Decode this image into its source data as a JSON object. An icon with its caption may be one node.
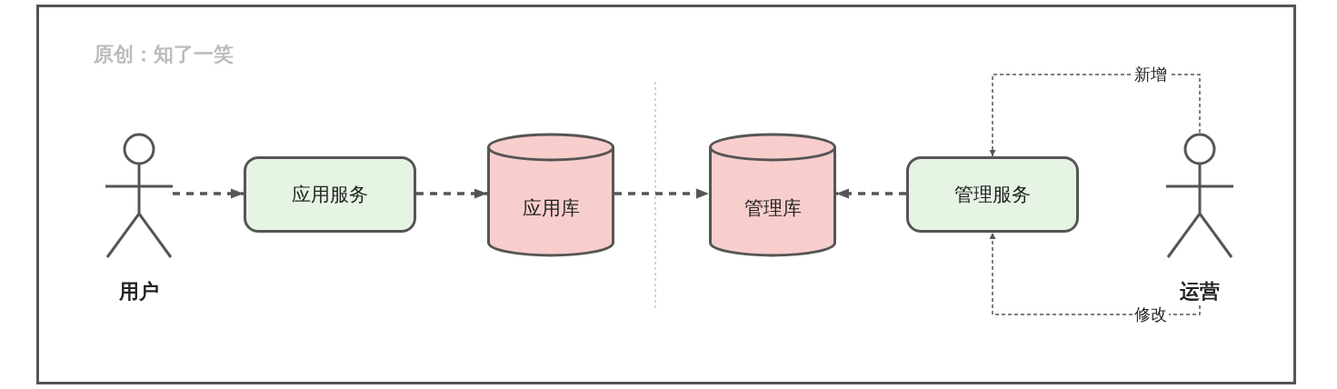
{
  "diagram": {
    "nodes": [
      {
        "text": [
          "用户"
        ]
      },
      {
        "text": [
          "应用服务"
        ]
      },
      {
        "text": [
          "应用库"
        ]
      },
      {
        "text": [
          "管理库"
        ]
      },
      {
        "text": [
          "管理服务"
        ]
      },
      {
        "text": [
          "运营"
        ]
      }
    ],
    "edges": [
      {
        "from": 0,
        "to": 1,
        "arrow": "to",
        "style": "dashed"
      },
      {
        "from": 1,
        "to": 2,
        "arrow": "to",
        "style": "dashed"
      },
      {
        "from": 2,
        "to": 3,
        "arrow": "to",
        "style": "dashed"
      },
      {
        "from": 4,
        "to": 3,
        "arrow": "to",
        "style": "dashed"
      },
      {
        "from": 5,
        "to": 4,
        "arrow": "to",
        "style": "dashed",
        "label": "新增"
      },
      {
        "from": 5,
        "to": 4,
        "arrow": "to",
        "style": "dashed",
        "label": "修改"
      }
    ],
    "labels": [
      "原创：知了一笑"
    ]
  }
}
